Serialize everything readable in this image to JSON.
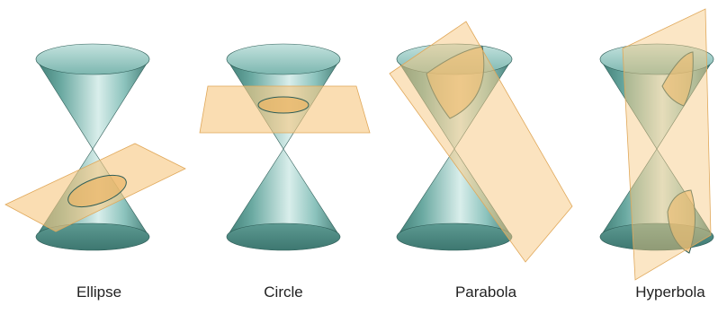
{
  "captions": {
    "ellipse": "Ellipse",
    "circle": "Circle",
    "parabola": "Parabola",
    "hyperbola": "Hyperbola"
  },
  "colors": {
    "cone_dark": "#4e8c84",
    "cone_mid": "#8cc3bd",
    "cone_light": "#dff0ee",
    "cone_top": "#a7d1cc",
    "cone_edge": "#2f5e58",
    "plane_fill": "#f7c77f",
    "plane_edge": "#e0a85a",
    "section_fill": "#e9b567",
    "caption_text": "#222222"
  }
}
